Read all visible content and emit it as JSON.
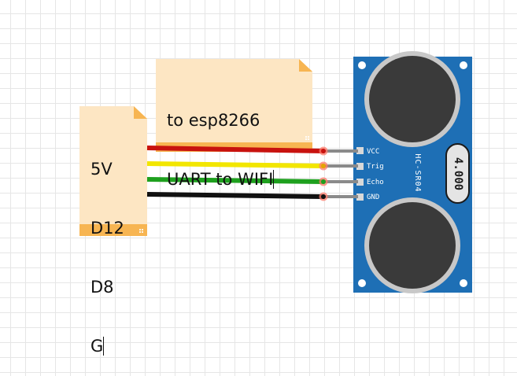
{
  "notes": {
    "top": {
      "lines": [
        "to esp8266",
        "UART to WIFI"
      ]
    },
    "left": {
      "lines": [
        "5V",
        "D12",
        "D8",
        "G"
      ]
    }
  },
  "sensor": {
    "model_label": "HC-SR04",
    "crystal_label": "4.000",
    "pins": [
      "VCC",
      "Trig",
      "Echo",
      "GND"
    ]
  },
  "colors": {
    "note_fill": "#fde6c3",
    "note_fold": "#f7b552",
    "board": "#1e6fb5",
    "wire_vcc": "#c8120e",
    "wire_trig": "#f2e600",
    "wire_echo": "#1ea01e",
    "wire_gnd": "#111111"
  }
}
